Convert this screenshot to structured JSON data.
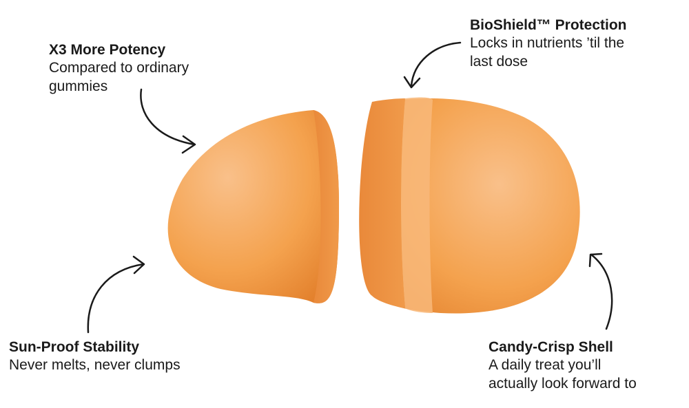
{
  "callouts": {
    "potency": {
      "title": "X3 More Potency",
      "desc": "Compared to ordinary\ngummies"
    },
    "bioshield": {
      "title": "BioShield™ Protection",
      "desc": "Locks in nutrients ’til the\nlast dose"
    },
    "sunproof": {
      "title": "Sun-Proof Stability",
      "desc": "Never melts, never clumps"
    },
    "candy": {
      "title": "Candy-Crisp Shell",
      "desc": "A daily treat you’ll\nactually look forward to"
    }
  },
  "colors": {
    "gummy": "#f4a24e",
    "gummy_light": "#f9c08a",
    "gummy_dark": "#e3812d",
    "band": "#f8b97a",
    "text": "#1a1a1a"
  },
  "icons": [
    "curved-arrow-icon"
  ]
}
